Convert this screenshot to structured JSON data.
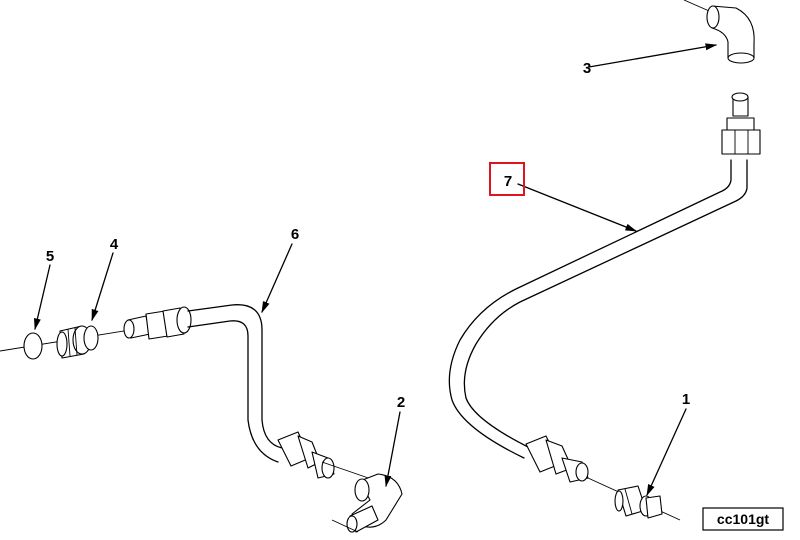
{
  "callouts": [
    "1",
    "2",
    "3",
    "4",
    "5",
    "6",
    "7"
  ],
  "reference_code": "cc101gt",
  "colors": {
    "highlight": "#e0141e",
    "line": "#000000",
    "fill": "#ffffff"
  }
}
